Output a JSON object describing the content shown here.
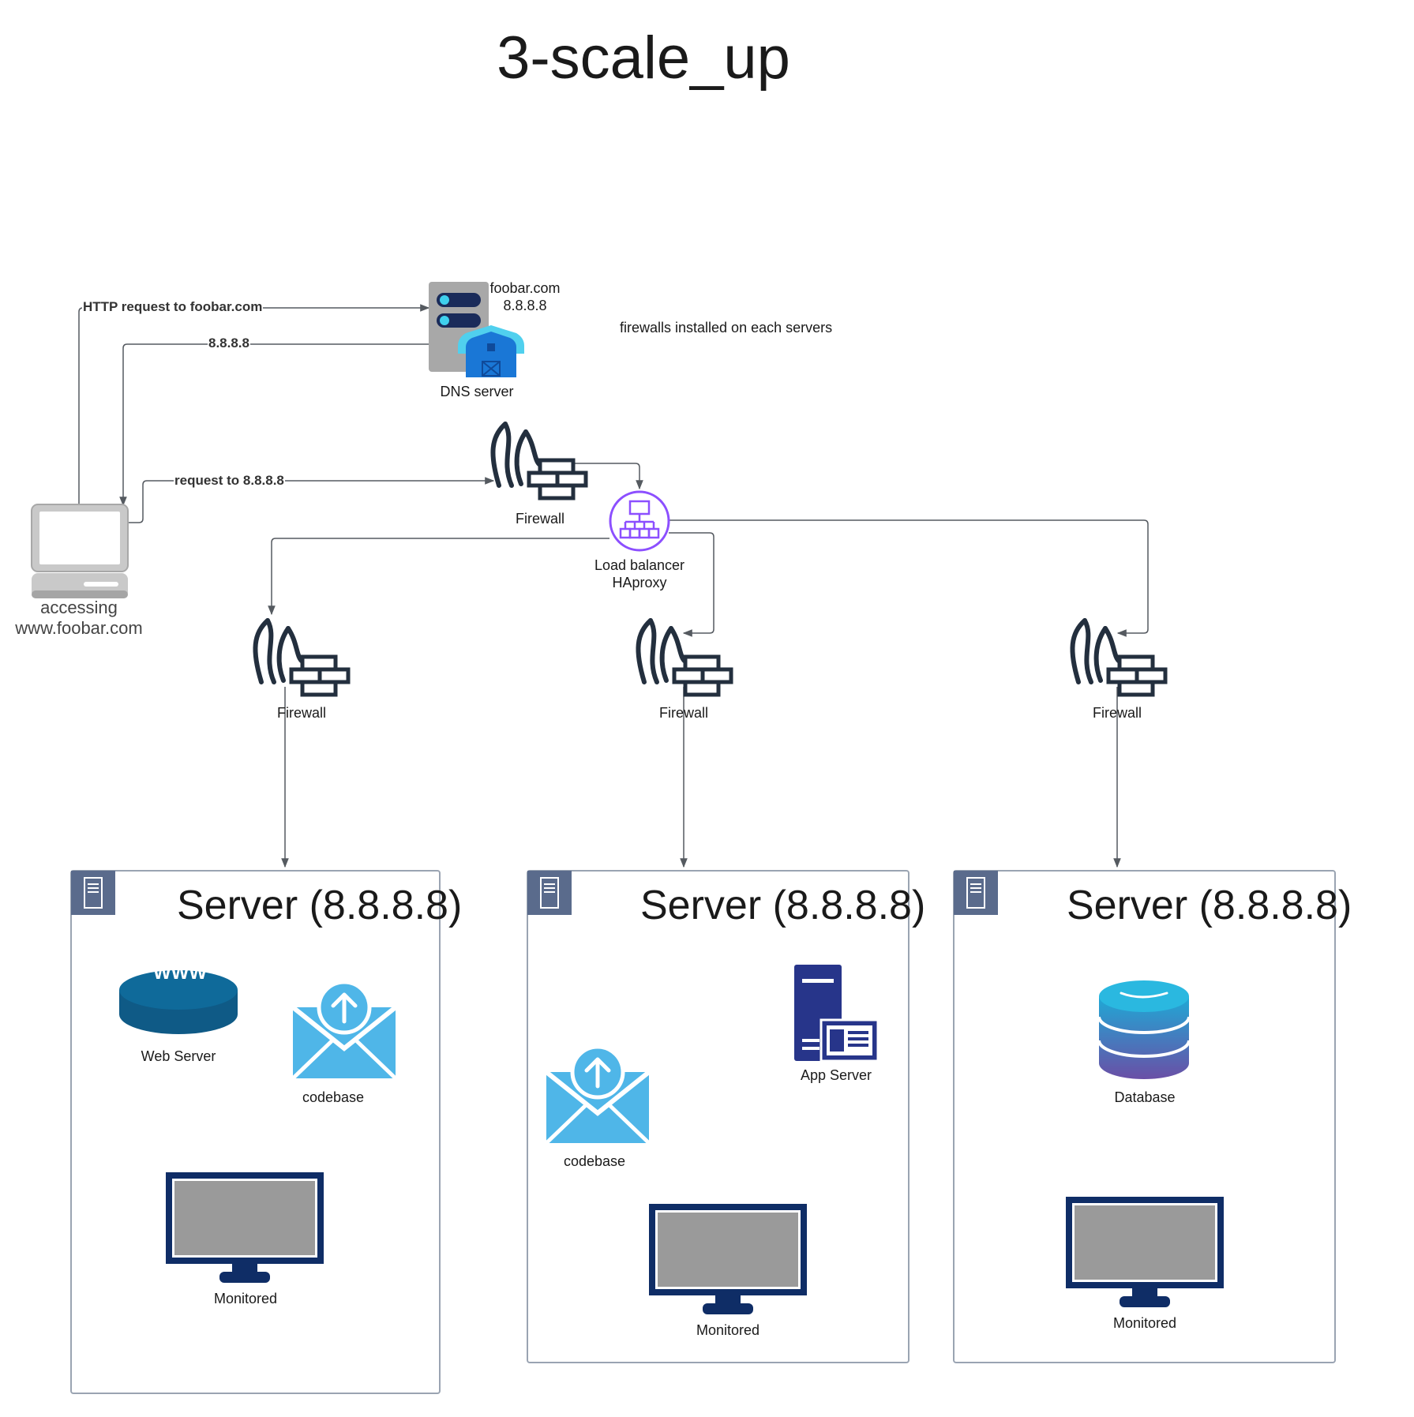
{
  "title": "3-scale_up",
  "note": "firewalls installed on each servers",
  "client": {
    "line1": "accessing",
    "line2": "www.foobar.com"
  },
  "dns": {
    "domain": "foobar.com",
    "ip": "8.8.8.8",
    "label": "DNS server"
  },
  "edges": {
    "http_request": "HTTP request to foobar.com",
    "dns_reply": "8.8.8.8",
    "request_ip": "request to 8.8.8.8"
  },
  "firewall_label": "Firewall",
  "load_balancer": {
    "line1": "Load balancer",
    "line2": "HAproxy"
  },
  "servers": [
    {
      "title": "Server (8.8.8.8)",
      "web_server": "Web Server",
      "www_text": "WWW",
      "codebase": "codebase",
      "monitor": "Monitored"
    },
    {
      "title": "Server (8.8.8.8)",
      "app_server": "App Server",
      "codebase": "codebase",
      "monitor": "Monitored"
    },
    {
      "title": "Server (8.8.8.8)",
      "database": "Database",
      "monitor": "Monitored"
    }
  ],
  "colors": {
    "line": "#555a60",
    "firewall": "#232f3e",
    "lb_purple": "#8c4fff",
    "server_header": "#5a6b8c",
    "www_blue": "#0f6a9a",
    "envelope": "#4fb6e8",
    "app_server": "#27358a",
    "db_top": "#1fa9d6",
    "db_bottom": "#6a4fa6",
    "monitor_frame": "#0f2d66",
    "monitor_screen": "#9a9a9a"
  }
}
